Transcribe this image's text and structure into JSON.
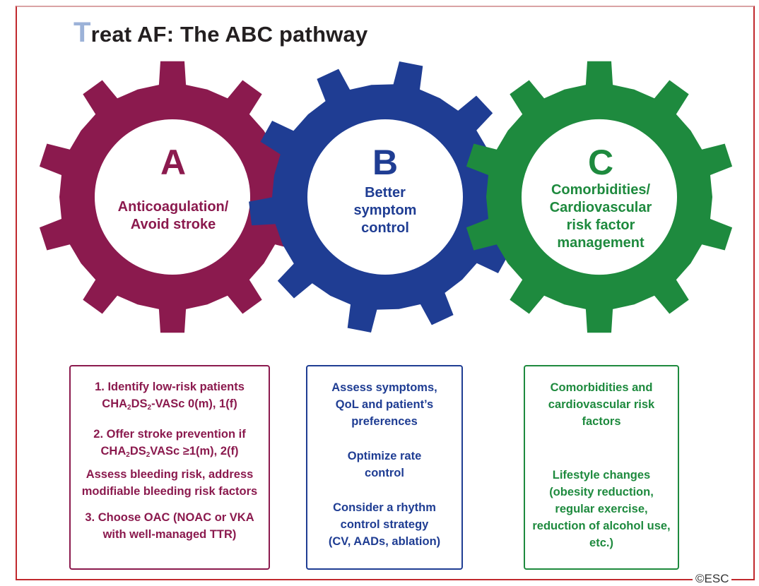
{
  "title": {
    "first_letter": "T",
    "rest": "reat AF: The ABC pathway"
  },
  "colors": {
    "a": "#8b1a4e",
    "b": "#1f3d93",
    "c": "#1e8a3e",
    "frame": "#c0282d"
  },
  "gears": {
    "a": {
      "letter": "A",
      "lines": [
        "Anticoagulation/",
        "Avoid stroke"
      ]
    },
    "b": {
      "letter": "B",
      "lines": [
        "Better",
        "symptom",
        "control"
      ]
    },
    "c": {
      "letter": "C",
      "lines": [
        "Comorbidities/",
        "Cardiovascular",
        "risk factor",
        "management"
      ]
    }
  },
  "boxes": {
    "a": {
      "item1_line1": "1. Identify low-risk patients",
      "item1_line2_suffix": "-VASc 0(m), 1(f)",
      "item2_line1": "2. Offer stroke prevention if",
      "item2_line2_suffix": "VASc ≥1(m), 2(f)",
      "cha": "CHA",
      "sub2": "2",
      "ds": "DS",
      "bleeding_line1": "Assess bleeding risk, address",
      "bleeding_line2": "modifiable bleeding risk factors",
      "item3_line1": "3. Choose OAC (NOAC or VKA",
      "item3_line2": "with well-managed TTR)"
    },
    "b": {
      "p1": [
        "Assess symptoms,",
        "QoL and patient’s",
        "preferences"
      ],
      "p2": [
        "Optimize rate",
        "control"
      ],
      "p3": [
        "Consider a rhythm",
        "control strategy",
        "(CV, AADs, ablation)"
      ]
    },
    "c": {
      "p1": [
        "Comorbidities and",
        "cardiovascular risk",
        "factors"
      ],
      "p2": [
        "Lifestyle changes",
        "(obesity reduction,",
        "regular exercise,",
        "reduction of alcohol use,",
        "etc.)"
      ]
    }
  },
  "copyright": "©ESC"
}
